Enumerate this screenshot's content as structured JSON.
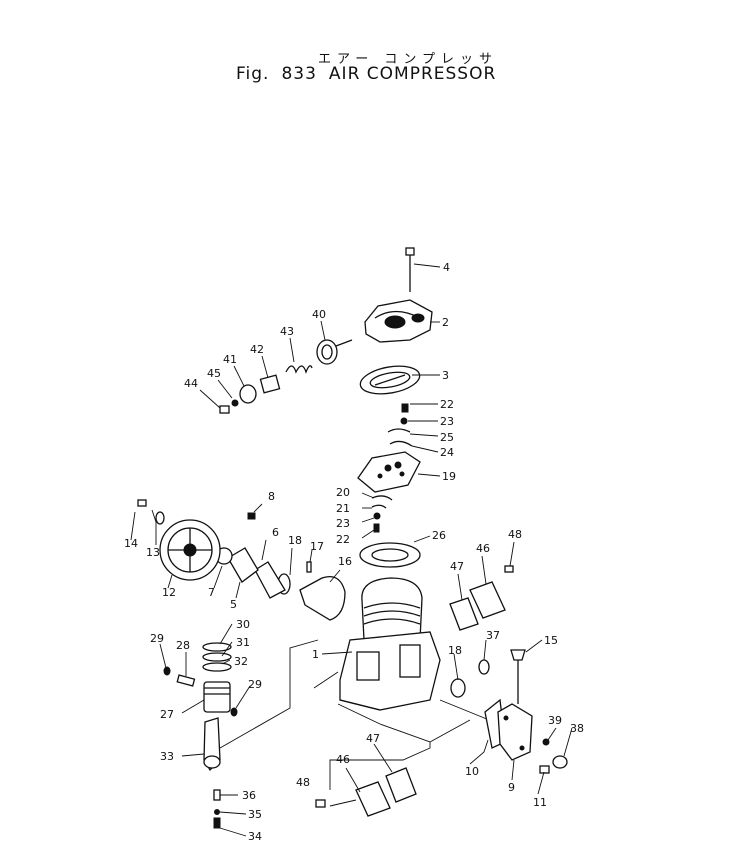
{
  "header": {
    "japanese_title": "エアー コンプレッサ",
    "fig_prefix": "Fig.",
    "fig_number": "833",
    "title": "AIR COMPRESSOR"
  },
  "callouts": {
    "c1": "1",
    "c2": "2",
    "c3": "3",
    "c4": "4",
    "c5": "5",
    "c6": "6",
    "c7": "7",
    "c8": "8",
    "c9": "9",
    "c10": "10",
    "c11": "11",
    "c12": "12",
    "c13": "13",
    "c14": "14",
    "c15": "15",
    "c16": "16",
    "c17": "17",
    "c18a": "18",
    "c18b": "18",
    "c19": "19",
    "c20": "20",
    "c21": "21",
    "c22a": "22",
    "c22b": "22",
    "c23a": "23",
    "c23b": "23",
    "c24": "24",
    "c25": "25",
    "c26": "26",
    "c27": "27",
    "c28": "28",
    "c29a": "29",
    "c29b": "29",
    "c30": "30",
    "c31": "31",
    "c32": "32",
    "c33": "33",
    "c34": "34",
    "c35": "35",
    "c36": "36",
    "c37": "37",
    "c38": "38",
    "c39": "39",
    "c40": "40",
    "c41": "41",
    "c42": "42",
    "c43": "43",
    "c44": "44",
    "c45": "45",
    "c46a": "46",
    "c46b": "46",
    "c47a": "47",
    "c47b": "47",
    "c48a": "48",
    "c48b": "48"
  }
}
